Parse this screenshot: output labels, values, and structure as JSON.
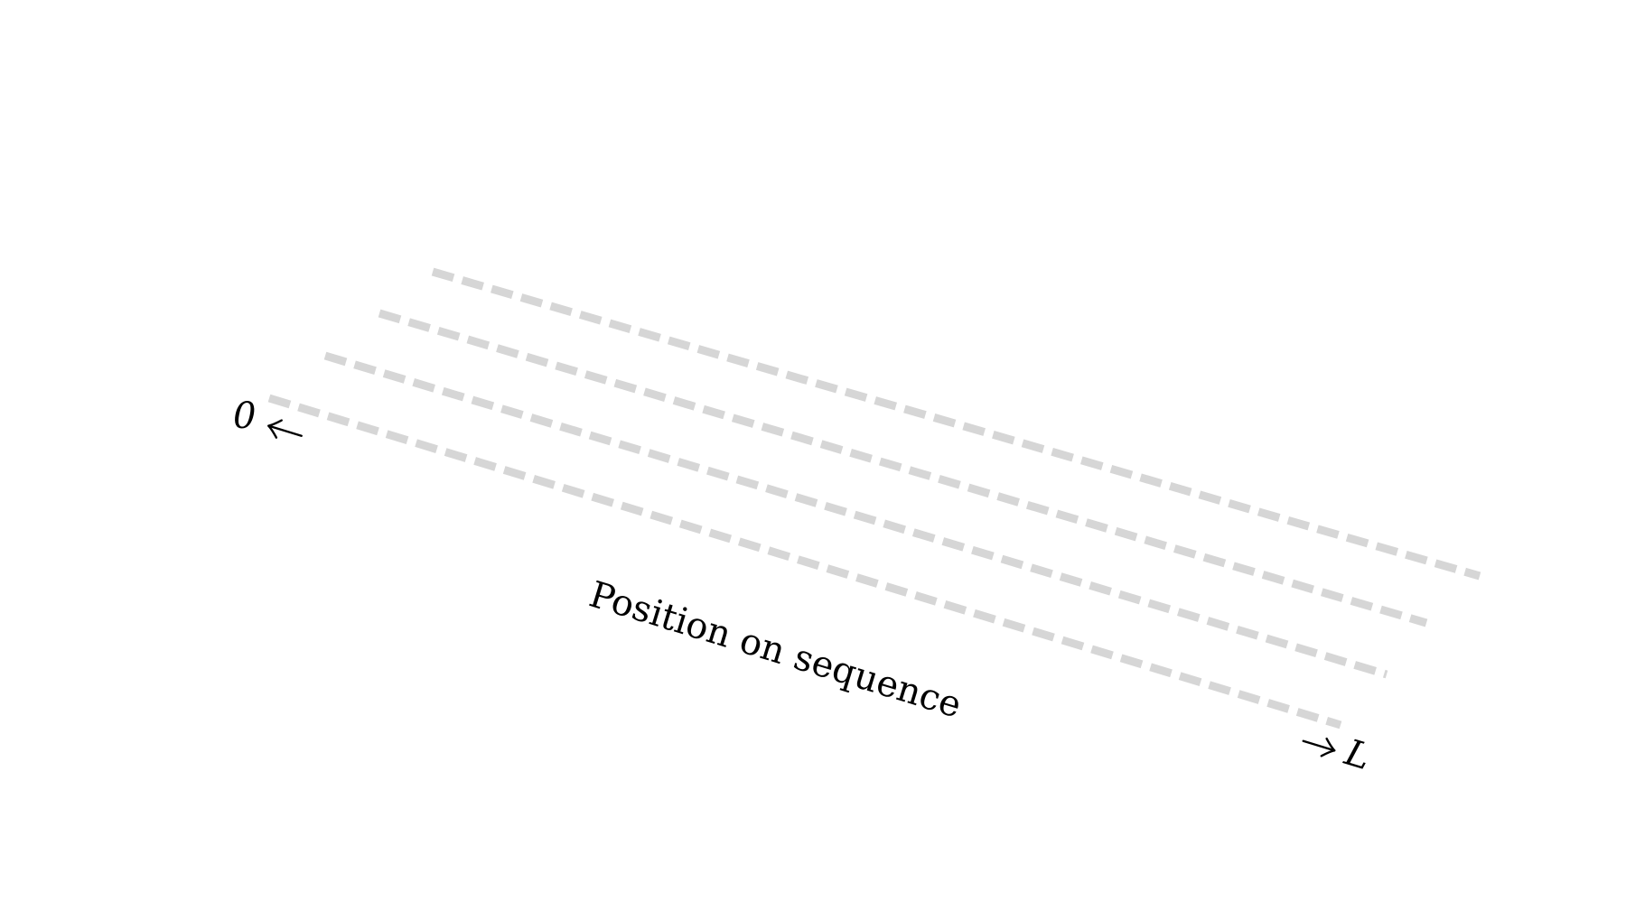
{
  "diagram": {
    "caption": "Position on sequence",
    "start_label": "0",
    "end_label": "L",
    "sequence_count": 4,
    "line_color": "#d6d6d6",
    "text_color": "#000000"
  }
}
